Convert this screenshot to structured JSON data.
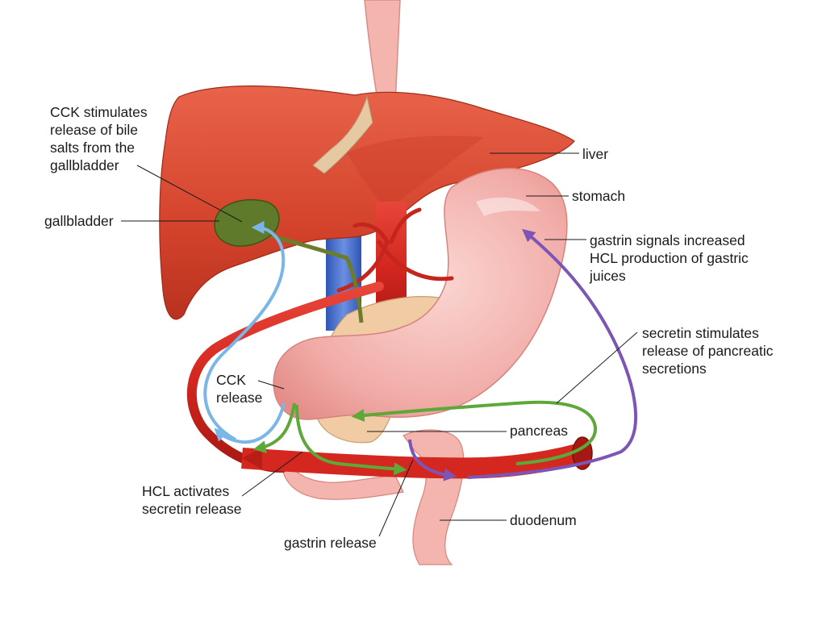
{
  "labels": {
    "cck_bile": [
      "CCK stimulates",
      "release of bile",
      "salts from the",
      "gallbladder"
    ],
    "gallbladder": "gallbladder",
    "liver": "liver",
    "stomach": "stomach",
    "gastrin_signals": [
      "gastrin signals increased",
      "HCL production of gastric",
      "juices"
    ],
    "secretin_stimulates": [
      "secretin stimulates",
      "release of pancreatic",
      "secretions"
    ],
    "cck_release": [
      "CCK",
      "release"
    ],
    "pancreas": "pancreas",
    "hcl_activates": [
      "HCL activates",
      "secretin release"
    ],
    "duodenum": "duodenum",
    "gastrin_release": "gastrin release"
  },
  "colors": {
    "liver": "#d8482f",
    "gallbladder": "#5f7a2a",
    "stomach": "#f2b0ad",
    "artery": "#d3271f",
    "vein": "#3f68c8",
    "pancreas": "#f0cba4",
    "arrow_blue": "#7ab6e6",
    "arrow_green": "#5ea83a",
    "arrow_purple": "#7d55b5"
  }
}
